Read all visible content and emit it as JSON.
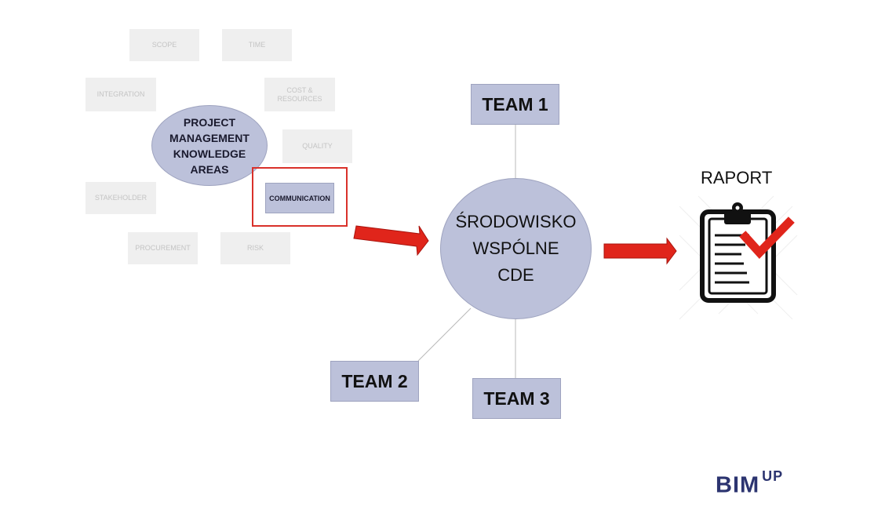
{
  "knowledge_areas": {
    "scope": "SCOPE",
    "time": "TIME",
    "integration": "INTEGRATION",
    "cost_line1": "COST &",
    "cost_line2": "RESOURCES",
    "quality": "QUALITY",
    "stakeholder": "STAKEHOLDER",
    "procurement": "PROCUREMENT",
    "risk": "RISK"
  },
  "central_area": {
    "line1": "PROJECT",
    "line2": "MANAGEMENT",
    "line3": "KNOWLEDGE",
    "line4": "AREAS"
  },
  "communication": "COMMUNICATION",
  "cde": {
    "line1": "ŚRODOWISKO",
    "line2": "WSPÓLNE",
    "line3": "CDE"
  },
  "teams": {
    "team1": "TEAM 1",
    "team2": "TEAM 2",
    "team3": "TEAM 3"
  },
  "raport": "RAPORT",
  "logo": {
    "main": "BIM",
    "sup": "UP"
  },
  "colors": {
    "node_fill": "#bcc1da",
    "faded_fill": "#efefef",
    "arrow": "#e0251b",
    "highlight": "#d9312a",
    "logo": "#2c3470"
  }
}
